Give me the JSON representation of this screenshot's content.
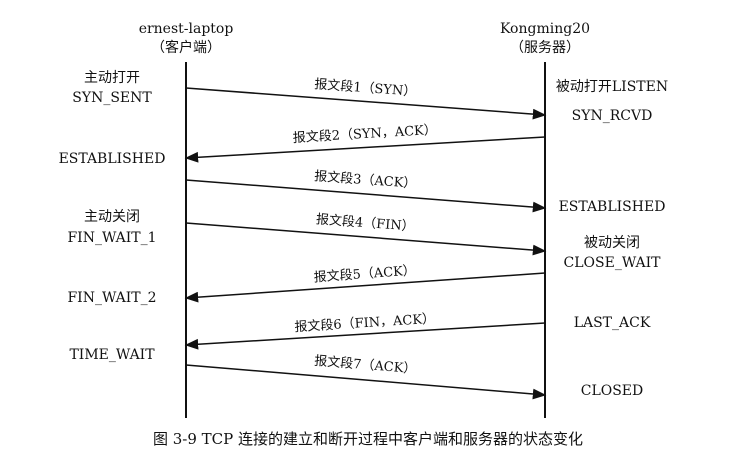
{
  "client": {
    "name": "ernest-laptop",
    "role": "（客户端）"
  },
  "server": {
    "name": "Kongming20",
    "role": "（服务器）"
  },
  "client_states": [
    [
      "主动打开",
      "SYN_SENT"
    ],
    [
      "ESTABLISHED"
    ],
    [
      "主动关闭",
      "FIN_WAIT_1"
    ],
    [
      "FIN_WAIT_2"
    ],
    [
      "TIME_WAIT"
    ]
  ],
  "server_states": [
    [
      "被动打开LISTEN"
    ],
    [
      "SYN_RCVD"
    ],
    [
      "ESTABLISHED"
    ],
    [
      "被动关闭",
      "CLOSE_WAIT"
    ],
    [
      "LAST_ACK"
    ],
    [
      "CLOSED"
    ]
  ],
  "messages": [
    {
      "label": "报文段1（SYN）",
      "direction": "client-to-server"
    },
    {
      "label": "报文段2（SYN，ACK）",
      "direction": "server-to-client"
    },
    {
      "label": "报文段3（ACK）",
      "direction": "client-to-server"
    },
    {
      "label": "报文段4（FIN）",
      "direction": "client-to-server"
    },
    {
      "label": "报文段5（ACK）",
      "direction": "server-to-client"
    },
    {
      "label": "报文段6（FIN，ACK）",
      "direction": "server-to-client"
    },
    {
      "label": "报文段7（ACK）",
      "direction": "client-to-server"
    }
  ],
  "caption": "图 3-9    TCP 连接的建立和断开过程中客户端和服务器的状态变化",
  "colors": {
    "line": "#111111",
    "text": "#111111",
    "background": "#ffffff"
  }
}
